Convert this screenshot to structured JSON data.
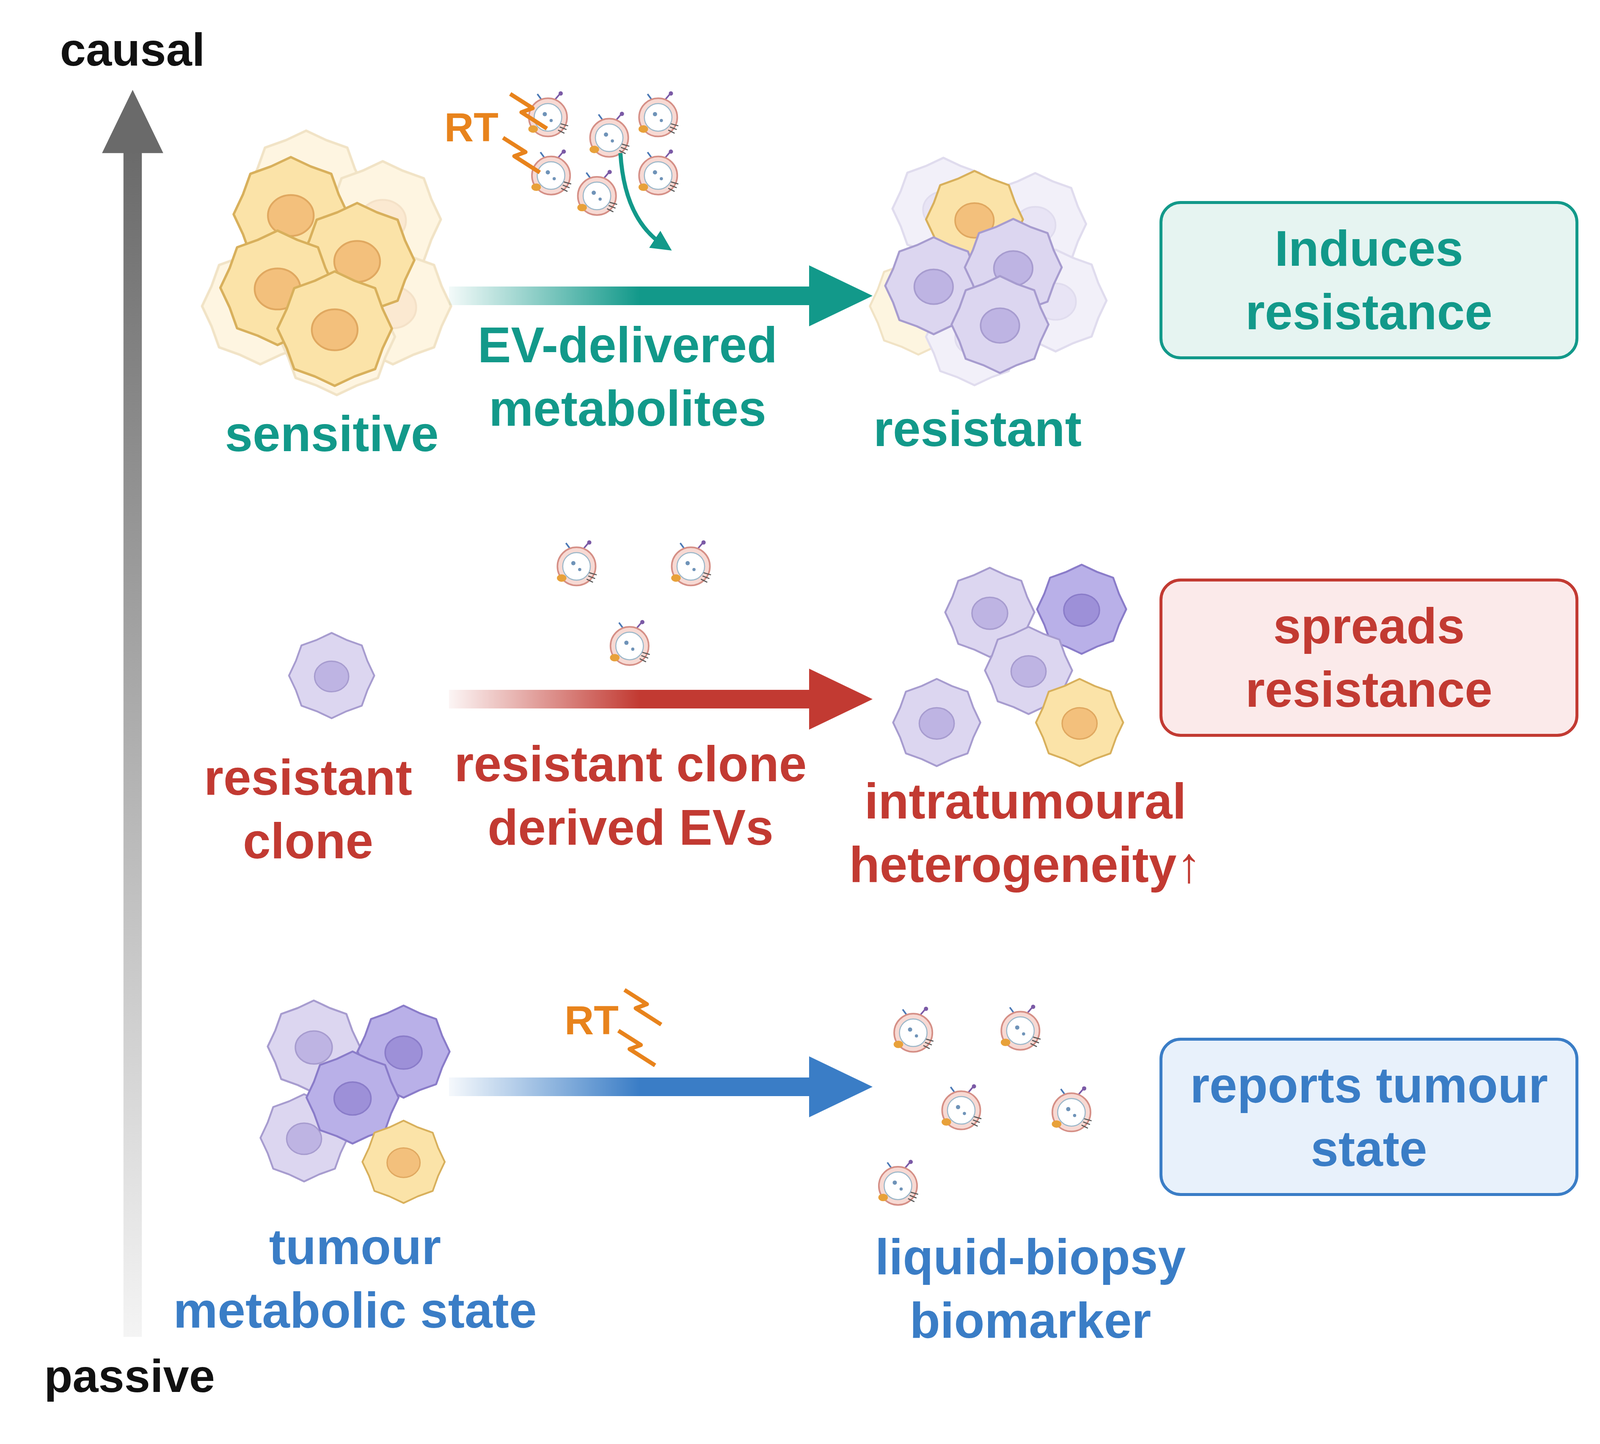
{
  "diagram": {
    "nodes": [
      {
        "text": [
          "sensitive"
        ]
      },
      {
        "text": [
          "resistant"
        ]
      },
      {
        "text": [
          "Induces resistance"
        ]
      },
      {
        "text": [
          "resistant clone"
        ]
      },
      {
        "text": [
          "intratumoural heterogeneity↑"
        ]
      },
      {
        "text": [
          "spreads resistance"
        ]
      },
      {
        "text": [
          "tumour metabolic state"
        ]
      },
      {
        "text": [
          "liquid-biopsy biomarker"
        ]
      },
      {
        "text": [
          "reports tumour state"
        ]
      }
    ],
    "edges": [
      {
        "from": 0,
        "to": 1,
        "label": "EV-delivered metabolites",
        "arrow": "to"
      },
      {
        "from": 3,
        "to": 4,
        "label": "resistant clone derived EVs",
        "arrow": "to"
      },
      {
        "from": 6,
        "to": 7,
        "arrow": "to"
      }
    ],
    "labels": [
      "causal",
      "RT",
      "RT",
      "passive"
    ]
  }
}
